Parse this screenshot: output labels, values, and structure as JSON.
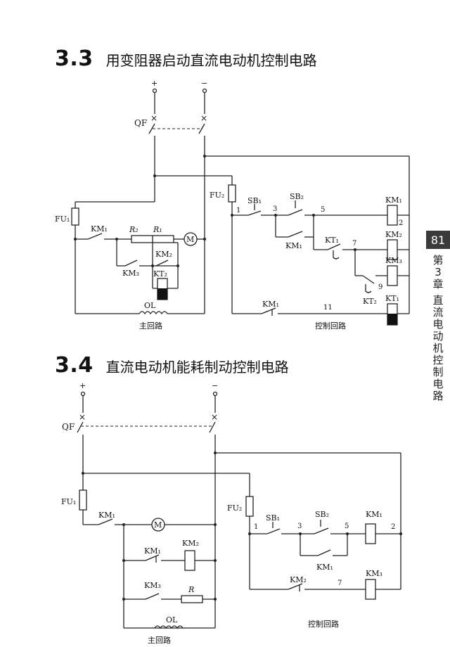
{
  "sections": [
    {
      "number": "3.3",
      "title": "用变阻器启动直流电动机控制电路"
    },
    {
      "number": "3.4",
      "title": "直流电动机能耗制动控制电路"
    }
  ],
  "page_number": "81",
  "chapter_label": [
    "第",
    "3",
    "章",
    "直",
    "流",
    "电",
    "动",
    "机",
    "控",
    "制",
    "电",
    "路"
  ],
  "diagram1": {
    "plus": "+",
    "minus": "−",
    "qf": "QF",
    "fu1": "FU₁",
    "km1": "KM₁",
    "r2": "R₂",
    "r1": "R₁",
    "motor": "M",
    "km2": "KM₂",
    "km3": "KM₃",
    "kt2": "KT₂",
    "ol": "OL",
    "main_circuit": "主回路",
    "fu2": "FU₂",
    "sb1": "SB₁",
    "sb2": "SB₂",
    "kt1": "KT₁",
    "n1": "1",
    "n2": "2",
    "n3": "3",
    "n5": "5",
    "n7": "7",
    "n9": "9",
    "n11": "11",
    "coil_km1": "KM₁",
    "coil_km2": "KM₂",
    "coil_km3": "KM₃",
    "coil_kt1": "KT₁",
    "ctrl_km1": "KM₁",
    "ctrl_kt2": "KT₂",
    "control_circuit": "控制回路"
  },
  "diagram2": {
    "plus": "+",
    "minus": "−",
    "qf": "QF",
    "fu1": "FU₁",
    "km1": "KM₁",
    "motor": "M",
    "km1b": "KM₁",
    "km2": "KM₂",
    "km3": "KM₃",
    "r": "R",
    "ol": "OL",
    "main_circuit": "主回路",
    "fu2": "FU₂",
    "sb1": "SB₁",
    "sb2": "SB₂",
    "n1": "1",
    "n2": "2",
    "n3": "3",
    "n5": "5",
    "n7": "7",
    "coil_km1": "KM₁",
    "hold_km1": "KM₁",
    "ctrl_km2": "KM₂",
    "coil_km3": "KM₃",
    "control_circuit": "控制回路"
  }
}
